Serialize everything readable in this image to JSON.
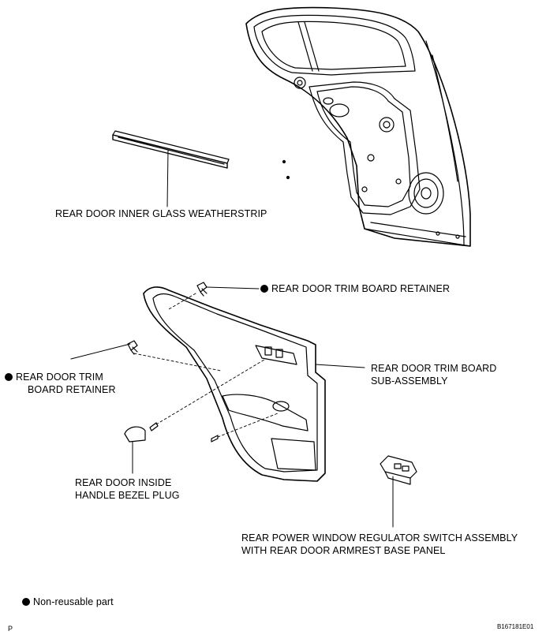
{
  "labels": {
    "inner_glass_weatherstrip": "REAR DOOR INNER GLASS WEATHERSTRIP",
    "trim_board_retainer_top": "REAR DOOR TRIM BOARD RETAINER",
    "trim_board_retainer_left_1": "REAR DOOR TRIM",
    "trim_board_retainer_left_2": "BOARD RETAINER",
    "trim_board_sub_assembly_1": "REAR DOOR TRIM BOARD",
    "trim_board_sub_assembly_2": "SUB-ASSEMBLY",
    "inside_handle_bezel_plug_1": "REAR DOOR INSIDE",
    "inside_handle_bezel_plug_2": "HANDLE BEZEL PLUG",
    "window_switch_1": "REAR POWER WINDOW REGULATOR SWITCH ASSEMBLY",
    "window_switch_2": "WITH REAR DOOR ARMREST BASE PANEL"
  },
  "legend": {
    "non_reusable": "Non-reusable part"
  },
  "footer": {
    "page_marker": "P",
    "figure_code": "B167181E01"
  }
}
